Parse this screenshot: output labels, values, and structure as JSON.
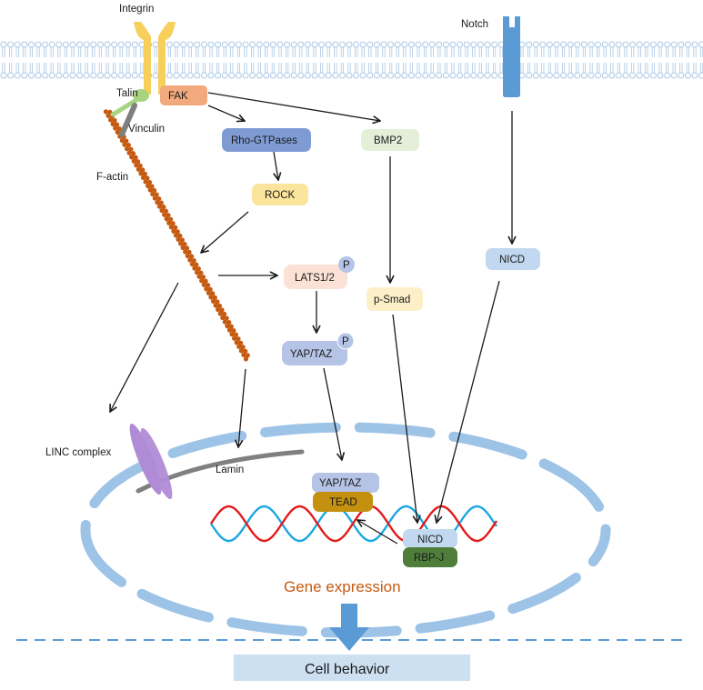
{
  "labels": {
    "integrin": "Integrin",
    "notch": "Notch",
    "talin": "Talin",
    "vinculin": "Vinculin",
    "f_actin": "F-actin",
    "linc": "LINC complex",
    "lamin": "Lamin"
  },
  "nodes": {
    "fak": "FAK",
    "rho": "Rho-GTPases",
    "rock": "ROCK",
    "bmp2": "BMP2",
    "lats": "LATS1/2",
    "yap_cyto": "YAP/TAZ",
    "psmad": "p-Smad",
    "nicd_cyto": "NICD",
    "yap_nuc": "YAP/TAZ",
    "tead": "TEAD",
    "nicd_nuc": "NICD",
    "rbpj": "RBP-J"
  },
  "phospho_label": "P",
  "gene_expression": "Gene expression",
  "cell_behavior": "Cell behavior",
  "colors": {
    "membrane": "#a9c8e6",
    "integrin": "#f7cf5b",
    "fak": "#f2a97e",
    "rho": "#7f9bd4",
    "rock": "#fbe59c",
    "bmp2": "#e3efd9",
    "lats": "#fbe1d6",
    "yap": "#b5c4e6",
    "psmad": "#fdf0c8",
    "nicd": "#c1d8f0",
    "tead": "#c39010",
    "rbpj": "#4f7e3b",
    "notch": "#5b9bd5",
    "actin": "#c55a11",
    "linc": "#b18cd6",
    "lamin": "#808080",
    "talin": "#a6d47f",
    "vinculin": "#7f7f7f",
    "nucleus": "#9dc3e6",
    "dna_red": "#e21a1a",
    "dna_blue": "#1aa7e0",
    "gene_expression": "#c55a11",
    "arrow_big": "#5b9bd5",
    "cell_behavior_bg": "#cde0f2",
    "divider": "#5b9bd5"
  }
}
